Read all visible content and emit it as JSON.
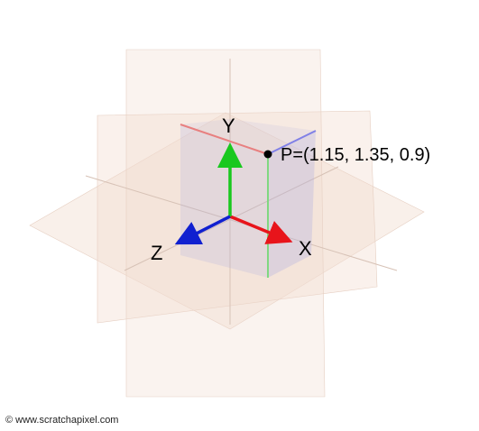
{
  "diagram": {
    "axes": {
      "x_label": "X",
      "y_label": "Y",
      "z_label": "Z"
    },
    "point": {
      "name": "P",
      "x": 1.15,
      "y": 1.35,
      "z": 0.9,
      "label": "P=(1.15, 1.35, 0.9)"
    },
    "colors": {
      "x_axis": "#e8141b",
      "y_axis": "#19c81e",
      "z_axis": "#1020d0",
      "planes": "#f2ddd0",
      "box": "#a8a8e0",
      "point": "#000000"
    }
  },
  "footer": {
    "copyright": "© www.scratchapixel.com"
  }
}
